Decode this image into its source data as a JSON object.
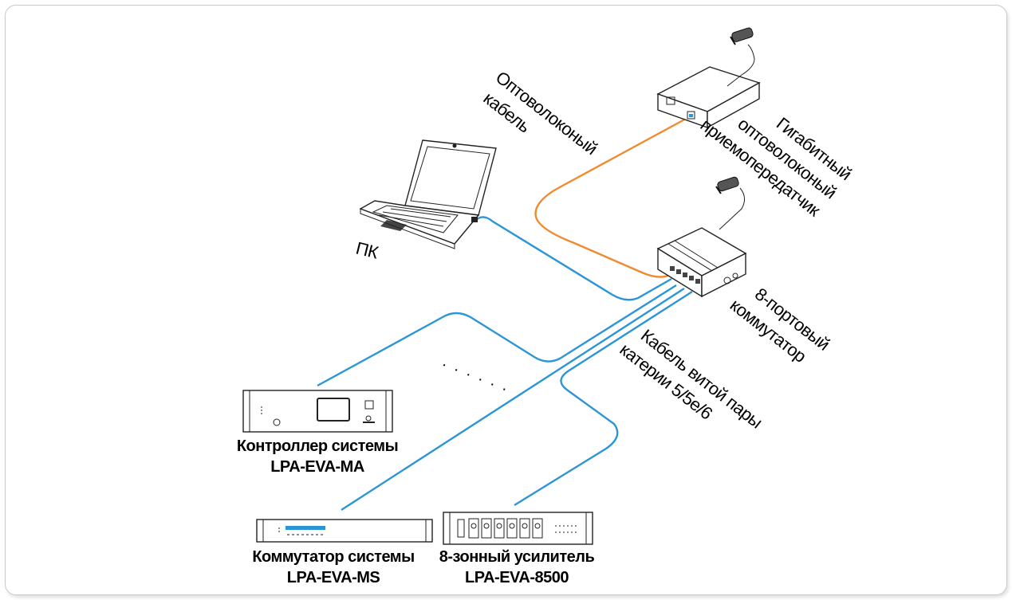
{
  "colors": {
    "cable_blue": "#2b95d6",
    "cable_orange": "#f08a2c",
    "line": "#222222"
  },
  "labels": {
    "pc": "ПК",
    "fiber_cable_1": "Оптоволоконый",
    "fiber_cable_2": "кабель",
    "transceiver_1": "Гигабитный",
    "transceiver_2": "оптоволоконый",
    "transceiver_3": "приемопередатчик",
    "switch_1": "8-портовый",
    "switch_2": "коммутатор",
    "twisted_1": "Кабель витой пары",
    "twisted_2": "катерии 5/5е/6",
    "dots": "· · · · · ·",
    "controller_1": "Контроллер системы",
    "controller_2": "LPA-EVA-MA",
    "matrix_1": "Коммутатор системы",
    "matrix_2": "LPA-EVA-MS",
    "amp_1": "8-зонный усилитель",
    "amp_2": "LPA-EVA-8500"
  },
  "icons": [
    "laptop-icon",
    "power-adapter-icon",
    "fiber-transceiver-icon",
    "network-switch-icon",
    "rack-controller-icon",
    "rack-matrix-icon",
    "rack-amplifier-icon"
  ]
}
